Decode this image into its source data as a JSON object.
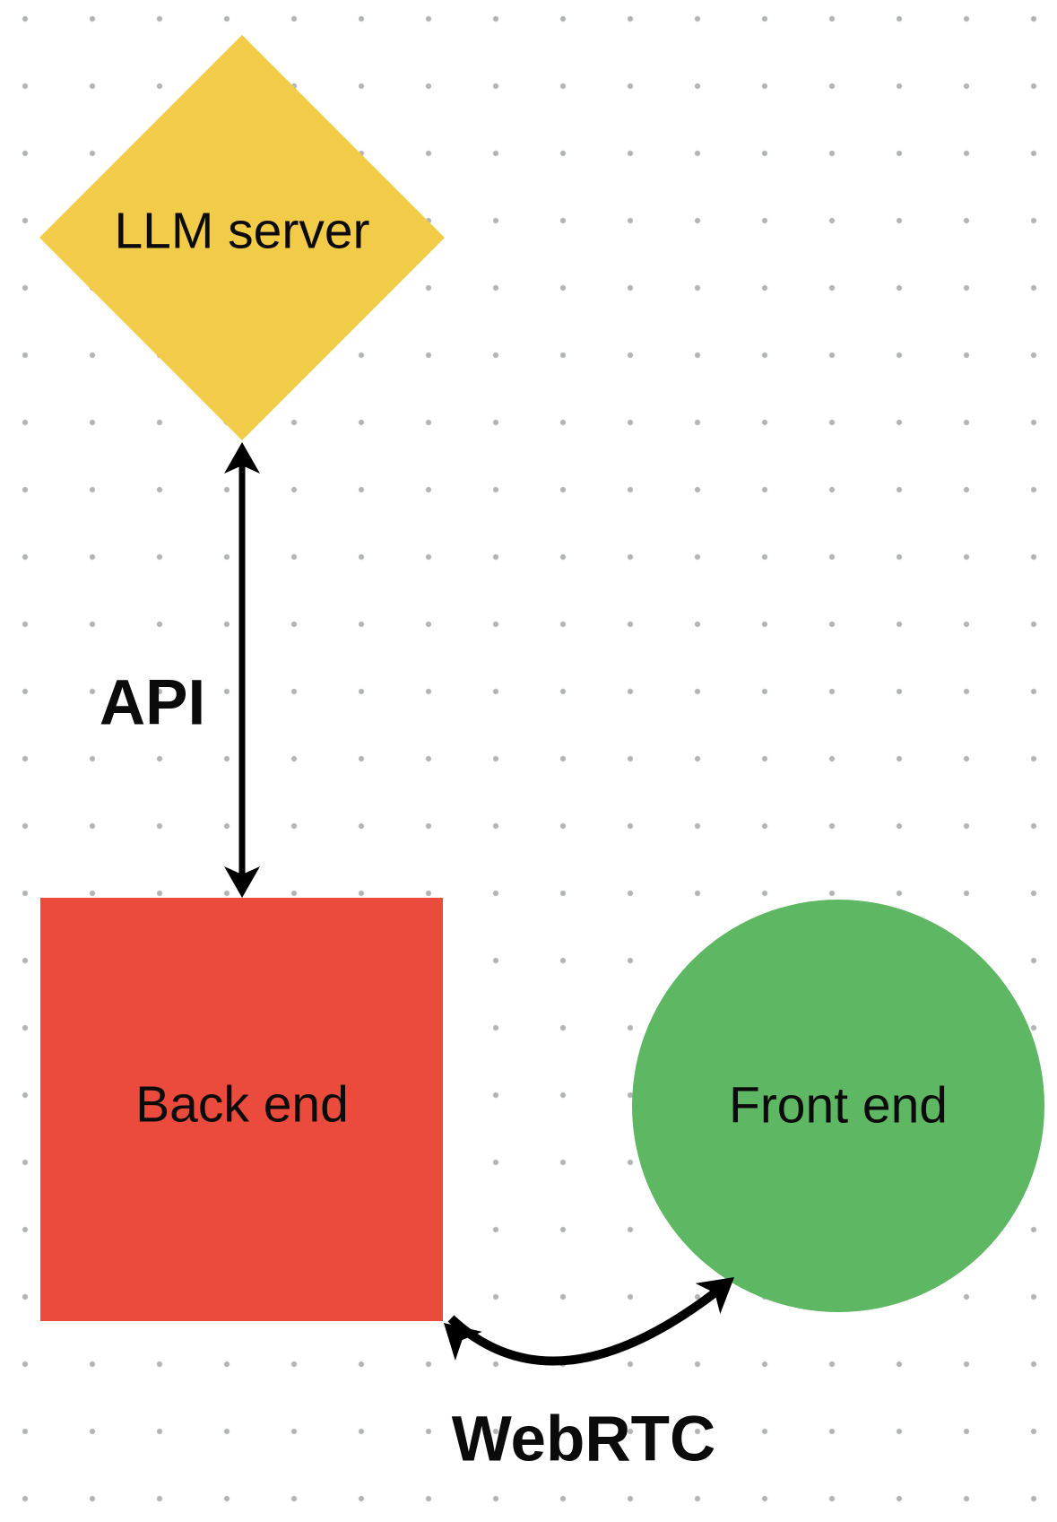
{
  "diagram": {
    "background_color": "#ffffff",
    "dot_grid_color": "#b3b4b6",
    "nodes": [
      {
        "id": "llm-server",
        "shape": "diamond",
        "label": "LLM server",
        "fill": "#F2CB49",
        "text_color": "#0b0b0b"
      },
      {
        "id": "back-end",
        "shape": "square",
        "label": "Back end",
        "fill": "#EA4B3C",
        "text_color": "#0b0b0b"
      },
      {
        "id": "front-end",
        "shape": "circle",
        "label": "Front end",
        "fill": "#5EB763",
        "text_color": "#0b0b0b"
      }
    ],
    "connectors": [
      {
        "id": "api",
        "label": "API",
        "style": "straight-double-arrow",
        "from": "llm-server",
        "to": "back-end",
        "color": "#000000"
      },
      {
        "id": "webrtc",
        "label": "WebRTC",
        "style": "curved-double-arrow",
        "from": "back-end",
        "to": "front-end",
        "color": "#000000"
      }
    ]
  }
}
